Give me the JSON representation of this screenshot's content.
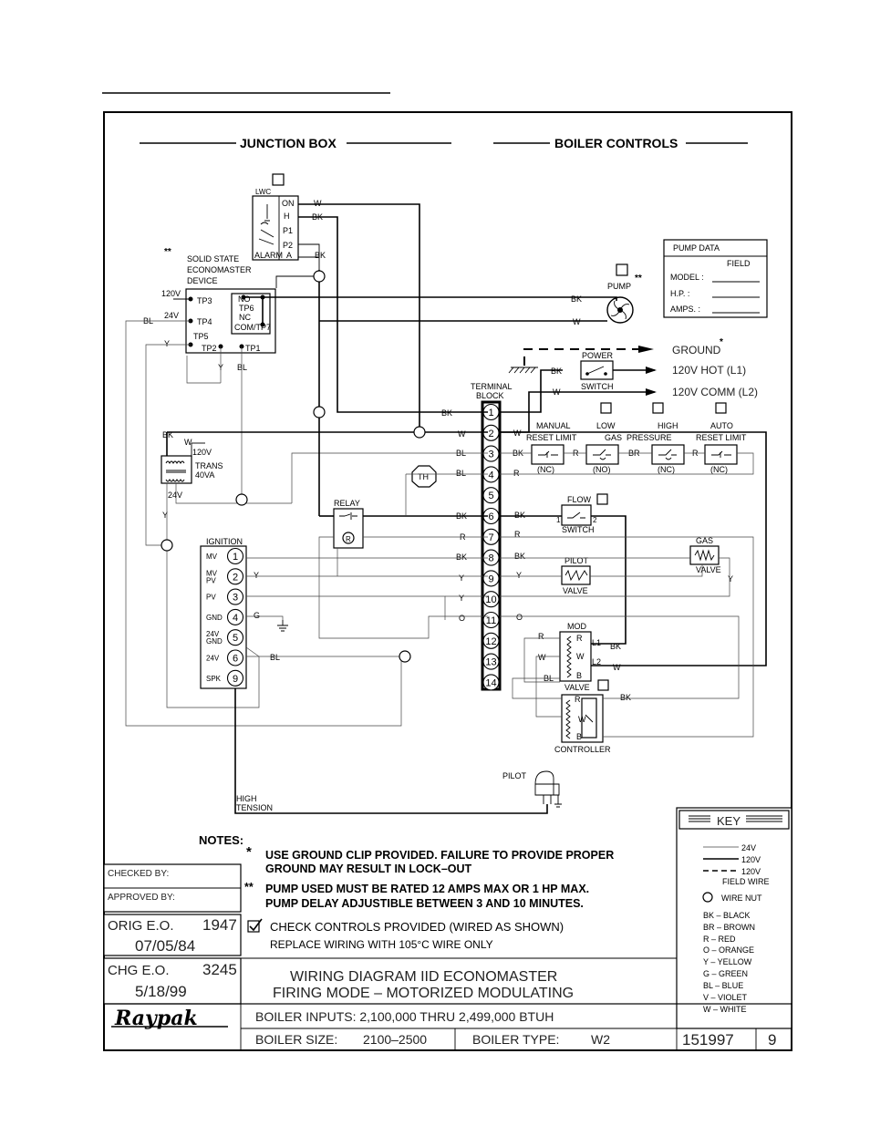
{
  "headers": {
    "junction_box": "JUNCTION BOX",
    "boiler_controls": "BOILER CONTROLS"
  },
  "lwc": {
    "title": "LWC",
    "terms": [
      "ON",
      "H",
      "P1",
      "P2"
    ],
    "alarm": "ALARM",
    "a": "A"
  },
  "economaster": {
    "marker": "**",
    "lines": [
      "SOLID STATE",
      "ECONOMASTER",
      "DEVICE"
    ],
    "v120": "120V",
    "v24": "24V",
    "tp3": "TP3",
    "tp4": "TP4",
    "tp5": "TP5",
    "tp2": "TP2",
    "tp1": "TP1",
    "no": "NO",
    "tp6": "TP6",
    "nc": "NC",
    "com": "COM/TP7"
  },
  "pump": {
    "label": "PUMP",
    "marker": "**"
  },
  "pump_data": {
    "title": "PUMP DATA",
    "field": "FIELD",
    "model": "MODEL :",
    "hp": "H.P. :",
    "amps": "AMPS. :"
  },
  "power": {
    "ground": "GROUND",
    "ground_marker": "*",
    "power": "POWER",
    "switch": "SWITCH",
    "hot": "120V HOT (L1)",
    "comm": "120V COMM (L2)"
  },
  "terminal_block": {
    "label1": "TERMINAL",
    "label2": "BLOCK",
    "numbers": [
      "1",
      "2",
      "3",
      "4",
      "5",
      "6",
      "7",
      "8",
      "9",
      "10",
      "11",
      "12",
      "13",
      "14"
    ]
  },
  "limits": {
    "manual1": "MANUAL",
    "manual2": "RESET LIMIT",
    "low": "LOW",
    "gas": "GAS",
    "high": "HIGH",
    "pressure": "PRESSURE",
    "auto1": "AUTO",
    "auto2": "RESET LIMIT",
    "nc": "(NC)",
    "no": "(NO)"
  },
  "trans": {
    "v120": "120V",
    "label1": "TRANS",
    "label2": "40VA",
    "v24": "24V"
  },
  "th": "TH",
  "relay": {
    "label": "RELAY",
    "r": "R"
  },
  "flow": {
    "label": "FLOW",
    "switch": "SWITCH",
    "t1": "1",
    "t2": "2"
  },
  "gas_valve": {
    "label": "GAS",
    "valve": "VALVE"
  },
  "pilot_valve": {
    "label": "PILOT",
    "valve": "VALVE"
  },
  "mod": {
    "label": "MOD",
    "valve": "VALVE",
    "r": "R",
    "w": "W",
    "b": "B",
    "l1": "L1",
    "l2": "L2"
  },
  "controller": {
    "label": "CONTROLLER",
    "r": "R",
    "w": "W",
    "b": "B"
  },
  "ignition": {
    "label": "IGNITION",
    "terminals": [
      {
        "name": "MV",
        "num": "1"
      },
      {
        "name": "MV PV",
        "num": "2"
      },
      {
        "name": "PV",
        "num": "3"
      },
      {
        "name": "GND",
        "num": "4"
      },
      {
        "name": "24V GND",
        "num": "5"
      },
      {
        "name": "24V",
        "num": "6"
      },
      {
        "name": "SPK",
        "num": "9"
      }
    ]
  },
  "pilot": "PILOT",
  "high_tension": [
    "HIGH",
    "TENSION"
  ],
  "wires": {
    "bk": "BK",
    "w": "W",
    "bl": "BL",
    "r": "R",
    "y": "Y",
    "o": "O",
    "g": "G",
    "br": "BR"
  },
  "notes": {
    "title": "NOTES:",
    "n1_mark": "*",
    "n1_l1": "USE GROUND CLIP PROVIDED. FAILURE TO PROVIDE PROPER",
    "n1_l2": "GROUND MAY RESULT IN LOCK–OUT",
    "n2_mark": "**",
    "n2_l1": "PUMP USED MUST BE RATED 12 AMPS MAX OR 1 HP MAX.",
    "n2_l2": "PUMP DELAY ADJUSTIBLE BETWEEN 3 AND 10 MINUTES.",
    "n3_l1": "CHECK CONTROLS PROVIDED (WIRED AS SHOWN)",
    "n3_l2": "REPLACE WIRING WITH 105°C WIRE ONLY"
  },
  "key": {
    "title": "KEY",
    "lines": [
      {
        "label": "24V"
      },
      {
        "label": "120V"
      },
      {
        "label": "120V"
      }
    ],
    "field_wire": "FIELD WIRE",
    "wire_nut": "WIRE NUT",
    "colors": [
      "BK – BLACK",
      "BR – BROWN",
      "R – RED",
      "O – ORANGE",
      "Y – YELLOW",
      "G – GREEN",
      "BL – BLUE",
      "V – VIOLET",
      "W – WHITE"
    ]
  },
  "title_block": {
    "checked": "CHECKED BY:",
    "approved": "APPROVED BY:",
    "orig": "ORIG E.O.",
    "orig_no": "1947",
    "orig_date": "07/05/84",
    "chg": "CHG E.O.",
    "chg_no": "3245",
    "chg_date": "5/18/99",
    "logo": "Raypak",
    "title1": "WIRING DIAGRAM IID ECONOMASTER",
    "title2": "FIRING MODE – MOTORIZED MODULATING",
    "inputs": "BOILER INPUTS: 2,100,000 THRU 2,499,000 BTUH",
    "size_label": "BOILER SIZE:",
    "size": "2100–2500",
    "type_label": "BOILER TYPE:",
    "type": "W2",
    "dwg": "151997",
    "rev": "9"
  }
}
